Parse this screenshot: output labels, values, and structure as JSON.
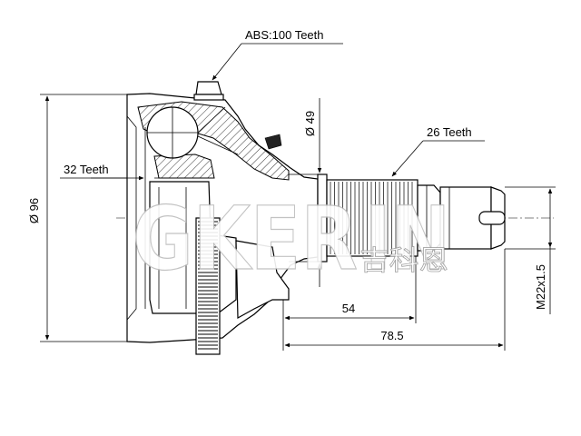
{
  "labels": {
    "abs_teeth": "ABS:100 Teeth",
    "outer_diameter": "Ø 96",
    "inner_teeth": "32 Teeth",
    "seal_diameter": "Ø 49",
    "shaft_teeth": "26 Teeth",
    "dim_54": "54",
    "dim_78_5": "78.5",
    "thread": "M22x1.5"
  },
  "watermark": {
    "brand": "GKER",
    "suffix": "IN",
    "chinese": "吉科恩"
  }
}
